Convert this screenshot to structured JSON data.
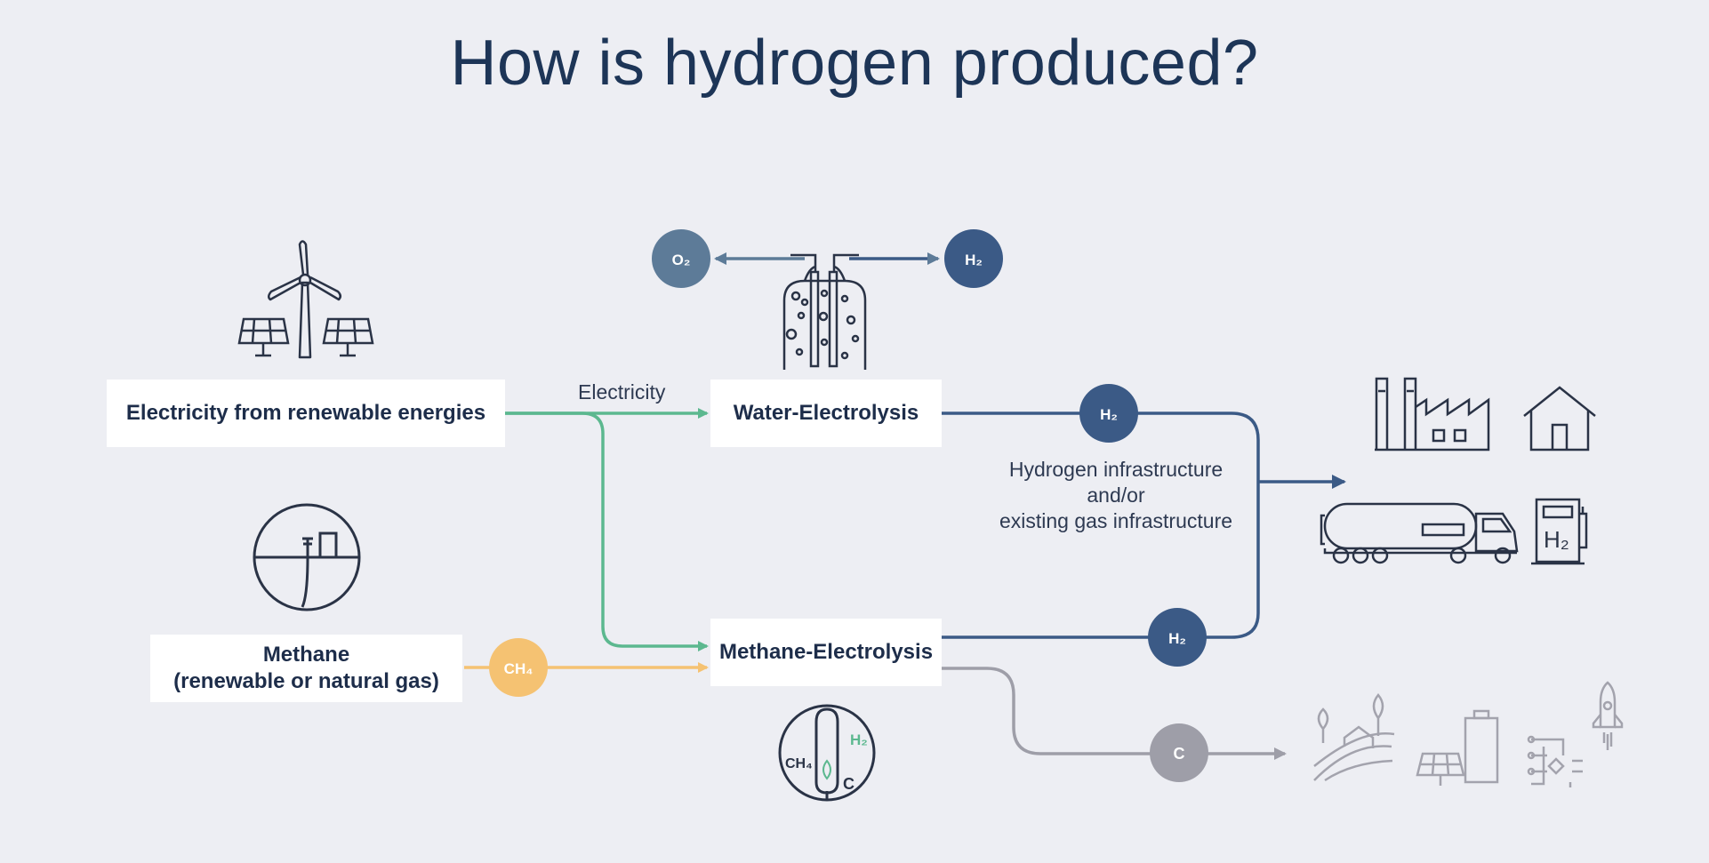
{
  "title": "How is hydrogen produced?",
  "sources": {
    "renewable": "Electricity from renewable energies",
    "methane_line1": "Methane",
    "methane_line2": "(renewable or natural gas)"
  },
  "processes": {
    "water": "Water-Electrolysis",
    "methane": "Methane-Electrolysis"
  },
  "flow_labels": {
    "electricity": "Electricity",
    "infra_line1": "Hydrogen infrastructure",
    "infra_line2": "and/or",
    "infra_line3": "existing gas infrastructure"
  },
  "molecules": {
    "o2": "O2",
    "h2": "H2",
    "ch4": "CH4",
    "c": "C"
  },
  "icons": [
    "wind-turbine-icon",
    "solar-panel-icon",
    "gas-well-icon",
    "electrolyzer-tank-icon",
    "methane-reactor-icon",
    "factory-icon",
    "house-icon",
    "tanker-truck-icon",
    "h2-fuel-pump-icon",
    "farmland-icon",
    "solar-battery-icon",
    "circuit-board-icon",
    "rocket-icon"
  ],
  "colors": {
    "electricity": "#5cb88f",
    "methane": "#f5c272",
    "hydrogen": "#3b5a86",
    "oxygen": "#5d7b98",
    "carbon": "#9e9ea8",
    "text": "#1d2d4a"
  }
}
